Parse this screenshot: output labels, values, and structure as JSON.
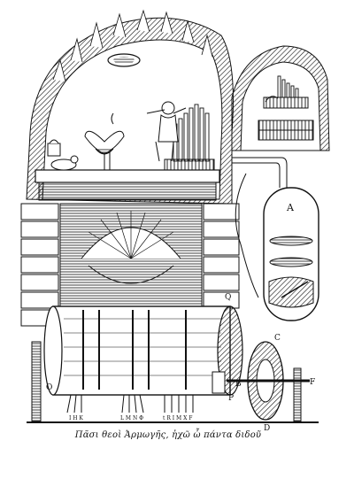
{
  "caption": "Πᾶσι θεοὶ Ἀρμωγῆς, ἠχῶ ὦ πάντα διδοῦ",
  "labels": {
    "a": "A",
    "b": "B",
    "c": "C",
    "d": "D",
    "f": "F",
    "o": "O",
    "p": "P",
    "q": "Q",
    "keys_left": "I H K",
    "keys_mid": "L M N Φ",
    "keys_right": "t  R I M X F"
  },
  "colors": {
    "ink": "#111111",
    "paper": "#ffffff"
  }
}
